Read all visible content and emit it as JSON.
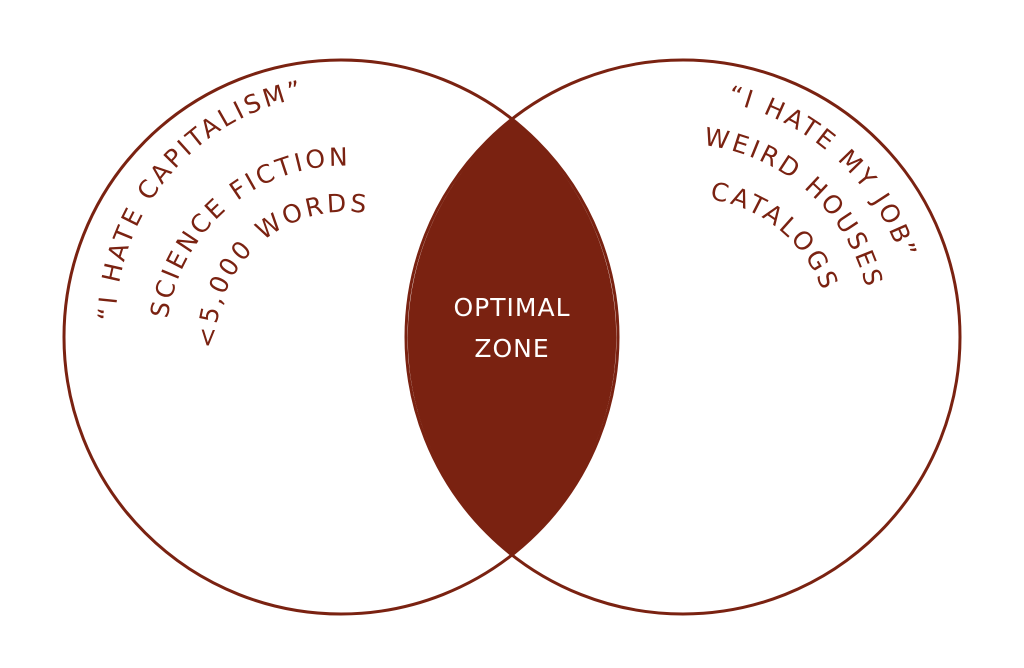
{
  "colors": {
    "accent": "#7a2211",
    "center_text": "#ffffff",
    "background": "#ffffff"
  },
  "left_set": {
    "labels": [
      "“I HATE CAPITALISM”",
      "SCIENCE FICTION",
      "<5,000 WORDS"
    ]
  },
  "right_set": {
    "labels": [
      "“I HATE MY JOB”",
      "WEIRD HOUSES",
      "CATALOGS"
    ]
  },
  "intersection": {
    "line1": "OPTIMAL",
    "line2": "ZONE"
  }
}
